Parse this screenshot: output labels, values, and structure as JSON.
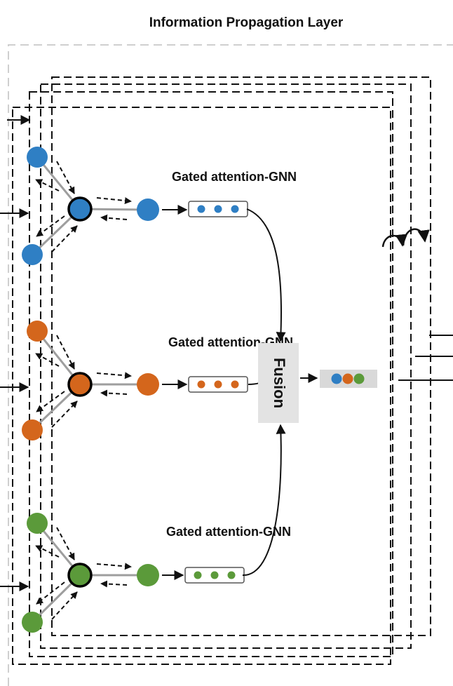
{
  "title": "Information Propagation Layer",
  "branches": [
    {
      "label": "Gated attention-GNN",
      "color": "#2f7fc4",
      "dot_count": 3
    },
    {
      "label": "Gated attention-GNN",
      "color": "#d4661c",
      "dot_count": 3
    },
    {
      "label": "Gated attention-GNN",
      "color": "#5b9a3a",
      "dot_count": 3
    }
  ],
  "fusion": {
    "label": "Fusion"
  },
  "fused_vector": {
    "colors": [
      "#2f7fc4",
      "#d4661c",
      "#5b9a3a"
    ]
  },
  "colors": {
    "line": "#111111",
    "edge": "#9e9e9e",
    "fusion_box": "#e3e3e3",
    "outer_frame": "#cfcfcf"
  }
}
